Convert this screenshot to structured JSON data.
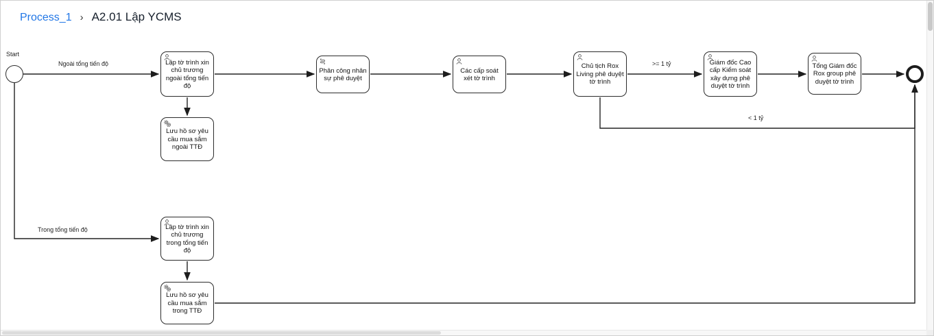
{
  "breadcrumb": {
    "root": "Process_1",
    "separator": "›",
    "current": "A2.01 Lập YCMS"
  },
  "diagram": {
    "start_label": "Start",
    "tasks": [
      {
        "label": "Lập tờ trình xin chủ trương ngoài tổng tiến độ",
        "icon": "user-icon"
      },
      {
        "label": "Lưu hồ sơ yêu cầu mua sắm ngoài TTĐ",
        "icon": "gears-icon"
      },
      {
        "label": "Phân công nhân sự phê duyệt",
        "icon": "script-icon"
      },
      {
        "label": "Các cấp soát xét tờ trình",
        "icon": "user-icon"
      },
      {
        "label": "Chủ tịch Rox Living phê duyệt tờ trình",
        "icon": "user-icon"
      },
      {
        "label": "Giám đốc Cao cấp Kiểm soát xây dựng phê duyệt tờ trình",
        "icon": "user-icon"
      },
      {
        "label": "Tổng Giám đốc Rox group phê duyệt tờ trình",
        "icon": "user-icon"
      },
      {
        "label": "Lập tờ trình xin chủ trương trong tổng tiến độ",
        "icon": "user-icon"
      },
      {
        "label": "Lưu hồ sơ yêu cầu mua sắm trong TTĐ",
        "icon": "gears-icon"
      }
    ],
    "flow_labels": {
      "outside_schedule": "Ngoài tổng tiến độ",
      "inside_schedule": "Trong tổng tiến độ",
      "gte_1_billion": ">= 1 tỷ",
      "lt_1_billion": "< 1 tỷ"
    }
  },
  "colors": {
    "link_blue": "#2277e6",
    "line": "#222222",
    "task_border": "#2b2b2b"
  }
}
